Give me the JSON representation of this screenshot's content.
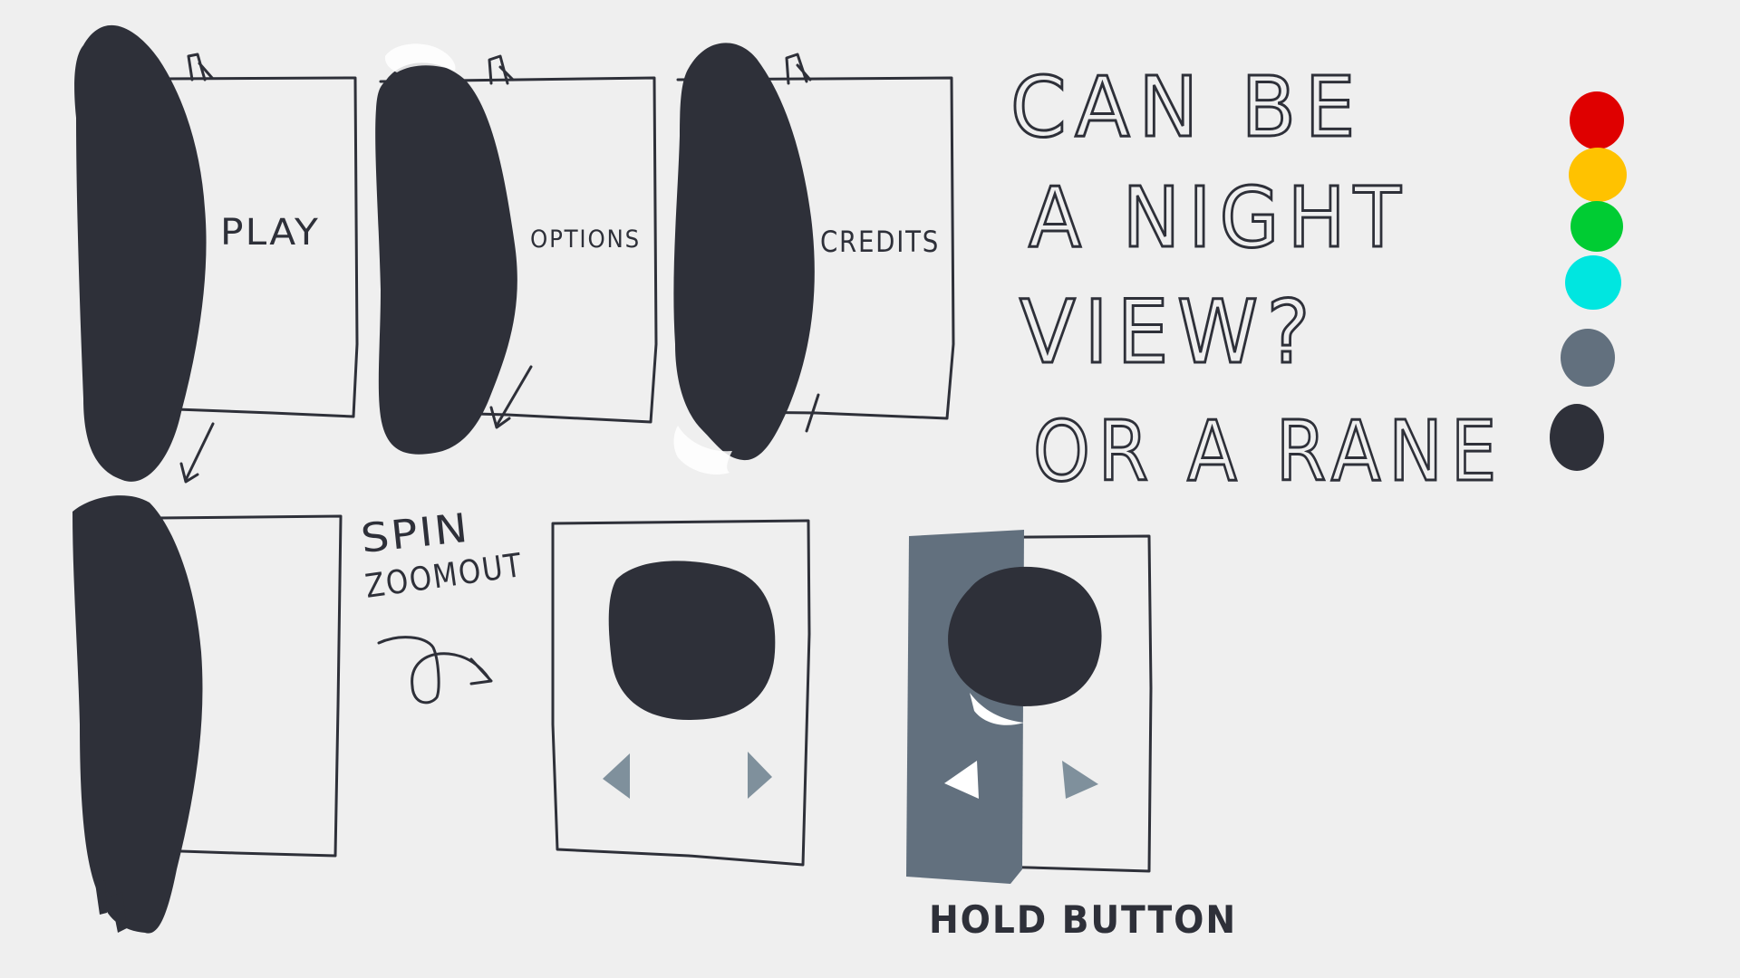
{
  "sketch": {
    "menu_labels": {
      "play": "PLAY",
      "options": "OPTIONS",
      "credits": "CREDITS"
    },
    "notes": {
      "line1": "CAN BE",
      "line2": "A NIGHT",
      "line3": "VIEW?",
      "line4": "OR A RANE"
    },
    "spin_note": {
      "line1": "SPIN",
      "line2": "ZOOMOUT"
    },
    "hold_label": "HOLD BUTTON"
  },
  "palette": [
    "#df0000",
    "#ffc200",
    "#00cc33",
    "#00e6e0",
    "#62707e",
    "#2e3039"
  ],
  "colors": {
    "ink": "#2e3039",
    "grey_fill": "#62707e",
    "arrow_grey": "#7f909c",
    "background": "#efefef",
    "white": "#ffffff"
  }
}
